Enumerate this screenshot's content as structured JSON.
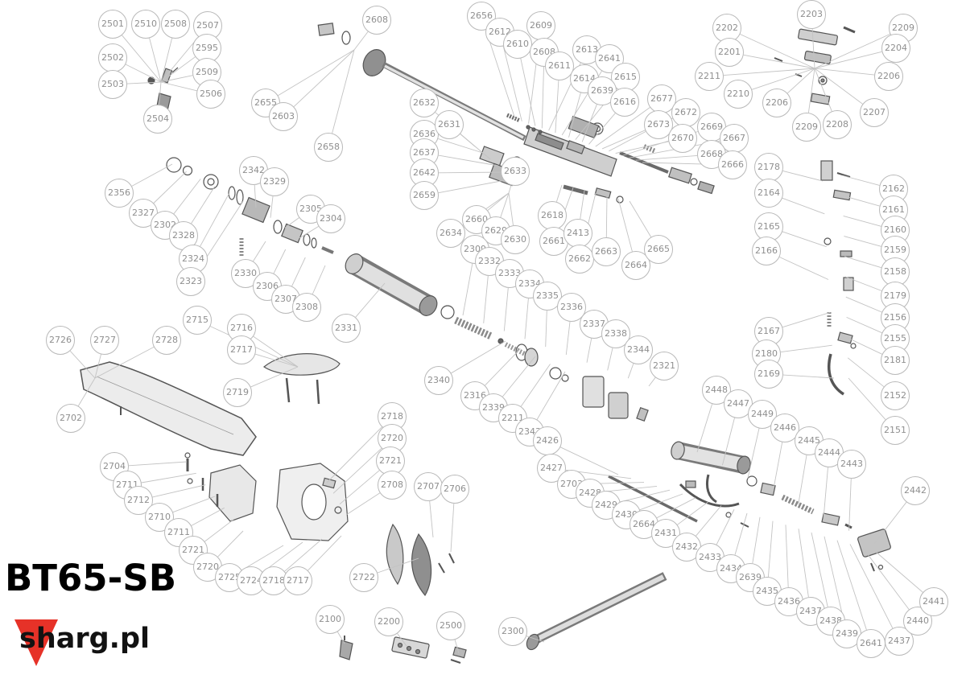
{
  "page": {
    "title": "BT65-SB",
    "watermark": "sharg.pl"
  },
  "diagram": {
    "circle_radius": 18,
    "clusters": [
      {
        "name": "rear-safety-assembly",
        "target": [
          200,
          102
        ],
        "callouts": [
          [
            "2501",
            140,
            30
          ],
          [
            "2510",
            181,
            30
          ],
          [
            "2508",
            218,
            30
          ],
          [
            "2507",
            258,
            32
          ],
          [
            "2502",
            140,
            72
          ],
          [
            "2595",
            257,
            60
          ],
          [
            "2503",
            140,
            105
          ],
          [
            "2509",
            257,
            90
          ],
          [
            "2506",
            262,
            117
          ],
          [
            "2504",
            196,
            148
          ]
        ]
      },
      {
        "name": "muzzle-front-sight",
        "target": [
          440,
          62
        ],
        "callouts": [
          [
            "2608",
            468,
            25
          ],
          [
            "2655",
            330,
            128
          ],
          [
            "2603",
            352,
            145
          ],
          [
            "2658",
            408,
            183
          ]
        ]
      },
      {
        "name": "receiver-breech",
        "tline": [
          640,
          148,
          798,
          202
        ],
        "callouts": [
          [
            "2656",
            598,
            20
          ],
          [
            "2612",
            621,
            40
          ],
          [
            "2609",
            672,
            32
          ],
          [
            "2610",
            643,
            55
          ],
          [
            "2608",
            676,
            65
          ],
          [
            "2613",
            729,
            62
          ],
          [
            "2611",
            695,
            82
          ],
          [
            "2641",
            757,
            73
          ],
          [
            "2614",
            726,
            98
          ],
          [
            "2615",
            777,
            96
          ],
          [
            "2639",
            748,
            113
          ],
          [
            "2616",
            776,
            127
          ],
          [
            "2677",
            822,
            123
          ],
          [
            "2672",
            852,
            140
          ],
          [
            "2673",
            818,
            155
          ],
          [
            "2670",
            848,
            172
          ],
          [
            "2669",
            884,
            158
          ],
          [
            "2667",
            912,
            172
          ],
          [
            "2668",
            884,
            192
          ],
          [
            "2666",
            910,
            205
          ]
        ]
      },
      {
        "name": "scope-mount",
        "target": [
          1012,
          85
        ],
        "callouts": [
          [
            "2203",
            1008,
            18
          ],
          [
            "2202",
            903,
            35
          ],
          [
            "2209",
            1122,
            35
          ],
          [
            "2201",
            906,
            65
          ],
          [
            "2204",
            1113,
            60
          ],
          [
            "2211",
            881,
            95
          ],
          [
            "2206",
            1104,
            95
          ],
          [
            "2210",
            917,
            117
          ],
          [
            "2206",
            965,
            128
          ],
          [
            "2207",
            1086,
            140
          ],
          [
            "2209",
            1002,
            158
          ],
          [
            "2208",
            1040,
            155
          ]
        ]
      },
      {
        "name": "trigger-unit-left",
        "tline": [
          1022,
          225,
          1036,
          470
        ],
        "callouts": [
          [
            "2178",
            955,
            208
          ],
          [
            "2164",
            955,
            240
          ],
          [
            "2165",
            955,
            282
          ],
          [
            "2166",
            952,
            312
          ],
          [
            "2167",
            955,
            412
          ],
          [
            "2180",
            952,
            440
          ],
          [
            "2169",
            955,
            465
          ]
        ]
      },
      {
        "name": "trigger-unit-right",
        "tline": [
          1046,
          218,
          1054,
          470
        ],
        "callouts": [
          [
            "2162",
            1110,
            235
          ],
          [
            "2161",
            1110,
            261
          ],
          [
            "2160",
            1112,
            286
          ],
          [
            "2159",
            1112,
            311
          ],
          [
            "2158",
            1112,
            338
          ],
          [
            "2179",
            1112,
            368
          ],
          [
            "2156",
            1112,
            395
          ],
          [
            "2155",
            1112,
            421
          ],
          [
            "2181",
            1112,
            448
          ],
          [
            "2152",
            1112,
            492
          ],
          [
            "2151",
            1112,
            535
          ]
        ]
      },
      {
        "name": "piston-seal-set",
        "tline": [
          214,
          204,
          302,
          250
        ],
        "callouts": [
          [
            "2356",
            148,
            240
          ],
          [
            "2327",
            178,
            265
          ],
          [
            "2302",
            205,
            280
          ],
          [
            "2328",
            228,
            293
          ],
          [
            "2324",
            240,
            322
          ],
          [
            "2323",
            237,
            350
          ]
        ]
      },
      {
        "name": "piston-body",
        "tline": [
          318,
          258,
          372,
          296
        ],
        "callouts": [
          [
            "2342",
            315,
            212
          ],
          [
            "2329",
            341,
            226
          ],
          [
            "2305",
            386,
            260
          ],
          [
            "2304",
            411,
            272
          ]
        ]
      },
      {
        "name": "piston-rear-set",
        "tline": [
          330,
          300,
          404,
          330
        ],
        "callouts": [
          [
            "2330",
            305,
            340
          ],
          [
            "2306",
            332,
            356
          ],
          [
            "2307",
            355,
            372
          ],
          [
            "2308",
            381,
            382
          ]
        ]
      },
      {
        "name": "air-cylinder",
        "target": [
          478,
          352
        ],
        "callouts": [
          [
            "2331",
            430,
            408
          ]
        ]
      },
      {
        "name": "barrel-set",
        "tline": [
          590,
          182,
          638,
          222
        ],
        "callouts": [
          [
            "2632",
            527,
            128
          ],
          [
            "2636",
            527,
            167
          ],
          [
            "2631",
            558,
            155
          ],
          [
            "2637",
            527,
            190
          ],
          [
            "2642",
            527,
            215
          ],
          [
            "2659",
            527,
            243
          ]
        ]
      },
      {
        "name": "breech-seals",
        "target": [
          632,
          240
        ],
        "callouts": [
          [
            "2633",
            640,
            213
          ],
          [
            "2660",
            592,
            273
          ],
          [
            "2629",
            616,
            287
          ],
          [
            "2630",
            640,
            298
          ],
          [
            "2634",
            560,
            290
          ]
        ]
      },
      {
        "name": "bolt-set",
        "tline": [
          698,
          230,
          782,
          250
        ],
        "callouts": [
          [
            "2618",
            686,
            268
          ],
          [
            "2661",
            688,
            300
          ],
          [
            "2413",
            718,
            290
          ],
          [
            "2662",
            720,
            322
          ],
          [
            "2663",
            753,
            313
          ],
          [
            "2664",
            790,
            330
          ],
          [
            "2665",
            818,
            310
          ]
        ]
      },
      {
        "name": "mainspring-set",
        "tline": [
          575,
          392,
          806,
          480
        ],
        "callouts": [
          [
            "2309",
            590,
            310
          ],
          [
            "2332",
            608,
            325
          ],
          [
            "2333",
            633,
            340
          ],
          [
            "2334",
            658,
            353
          ],
          [
            "2335",
            680,
            368
          ],
          [
            "2336",
            710,
            382
          ],
          [
            "2337",
            738,
            403
          ],
          [
            "2338",
            765,
            415
          ],
          [
            "2344",
            793,
            435
          ],
          [
            "2321",
            825,
            455
          ]
        ]
      },
      {
        "name": "spring-guide-set",
        "tline": [
          628,
          424,
          702,
          462
        ],
        "callouts": [
          [
            "2340",
            545,
            473
          ],
          [
            "2316",
            590,
            492
          ],
          [
            "2339",
            613,
            507
          ],
          [
            "2211",
            637,
            520
          ],
          [
            "2343",
            658,
            537
          ]
        ]
      },
      {
        "name": "forend",
        "target": [
          118,
          470
        ],
        "callouts": [
          [
            "2726",
            75,
            423
          ],
          [
            "2727",
            130,
            423
          ],
          [
            "2728",
            207,
            423
          ],
          [
            "2702",
            88,
            520
          ]
        ]
      },
      {
        "name": "cheekpiece",
        "target": [
          370,
          456
        ],
        "callouts": [
          [
            "2715",
            245,
            398
          ],
          [
            "2716",
            300,
            408
          ],
          [
            "2717",
            300,
            435
          ],
          [
            "2719",
            295,
            488
          ]
        ]
      },
      {
        "name": "stock-screw-set",
        "tline": [
          232,
          574,
          302,
          660
        ],
        "callouts": [
          [
            "2704",
            142,
            580
          ],
          [
            "2711",
            158,
            603
          ],
          [
            "2712",
            172,
            622
          ],
          [
            "2710",
            198,
            643
          ],
          [
            "2711",
            222,
            662
          ],
          [
            "2721",
            240,
            684
          ],
          [
            "2720",
            258,
            705
          ]
        ]
      },
      {
        "name": "stock-bottom-set",
        "tline": [
          352,
          678,
          424,
          666
        ],
        "callouts": [
          [
            "2725",
            285,
            718
          ],
          [
            "2724",
            312,
            722
          ],
          [
            "2718",
            340,
            722
          ],
          [
            "2717",
            370,
            722
          ]
        ]
      },
      {
        "name": "buttpad-screw",
        "target": [
          520,
          694
        ],
        "callouts": [
          [
            "2722",
            452,
            718
          ]
        ]
      },
      {
        "name": "grip-set",
        "tline": [
          406,
          600,
          430,
          640
        ],
        "callouts": [
          [
            "2718",
            487,
            518
          ],
          [
            "2720",
            487,
            545
          ],
          [
            "2721",
            485,
            573
          ],
          [
            "2708",
            487,
            603
          ]
        ]
      },
      {
        "name": "buttpad",
        "tline": [
          538,
          668,
          560,
          686
        ],
        "callouts": [
          [
            "2707",
            532,
            605
          ],
          [
            "2706",
            565,
            608
          ]
        ]
      },
      {
        "name": "trigger-assembly-bottom",
        "target": [
          428,
          800
        ],
        "callouts": [
          [
            "2100",
            410,
            770
          ]
        ]
      },
      {
        "name": "receiver-assembly-bottom",
        "target": [
          505,
          803
        ],
        "callouts": [
          [
            "2200",
            483,
            773
          ]
        ]
      },
      {
        "name": "safety-assembly-bottom",
        "target": [
          570,
          812
        ],
        "callouts": [
          [
            "2500",
            560,
            778
          ]
        ]
      },
      {
        "name": "barrel-assembly-bottom",
        "target": [
          676,
          798
        ],
        "callouts": [
          [
            "2300",
            637,
            785
          ]
        ]
      },
      {
        "name": "cocking-linkage-set",
        "tline": [
          768,
          590,
          1088,
          686
        ],
        "callouts": [
          [
            "2426",
            680,
            548
          ],
          [
            "2427",
            685,
            582
          ],
          [
            "2703",
            710,
            602
          ],
          [
            "2428",
            733,
            613
          ],
          [
            "2429",
            753,
            628
          ],
          [
            "2430",
            778,
            640
          ],
          [
            "2664",
            800,
            652
          ],
          [
            "2431",
            827,
            663
          ],
          [
            "2432",
            853,
            680
          ],
          [
            "2433",
            882,
            693
          ],
          [
            "2434",
            908,
            707
          ],
          [
            "2639",
            932,
            718
          ],
          [
            "2435",
            953,
            735
          ],
          [
            "2436",
            980,
            748
          ],
          [
            "2437",
            1007,
            760
          ],
          [
            "2438",
            1032,
            772
          ],
          [
            "2439",
            1052,
            788
          ],
          [
            "2641",
            1082,
            800
          ],
          [
            "2437",
            1117,
            797
          ],
          [
            "2440",
            1140,
            772
          ],
          [
            "2441",
            1160,
            748
          ]
        ]
      },
      {
        "name": "air-cylinder-set",
        "tline": [
          866,
          562,
          1086,
          676
        ],
        "callouts": [
          [
            "2448",
            890,
            485
          ],
          [
            "2447",
            917,
            502
          ],
          [
            "2449",
            947,
            515
          ],
          [
            "2446",
            975,
            532
          ],
          [
            "2445",
            1005,
            548
          ],
          [
            "2444",
            1030,
            563
          ],
          [
            "2443",
            1058,
            577
          ],
          [
            "2442",
            1137,
            610
          ]
        ]
      }
    ]
  }
}
